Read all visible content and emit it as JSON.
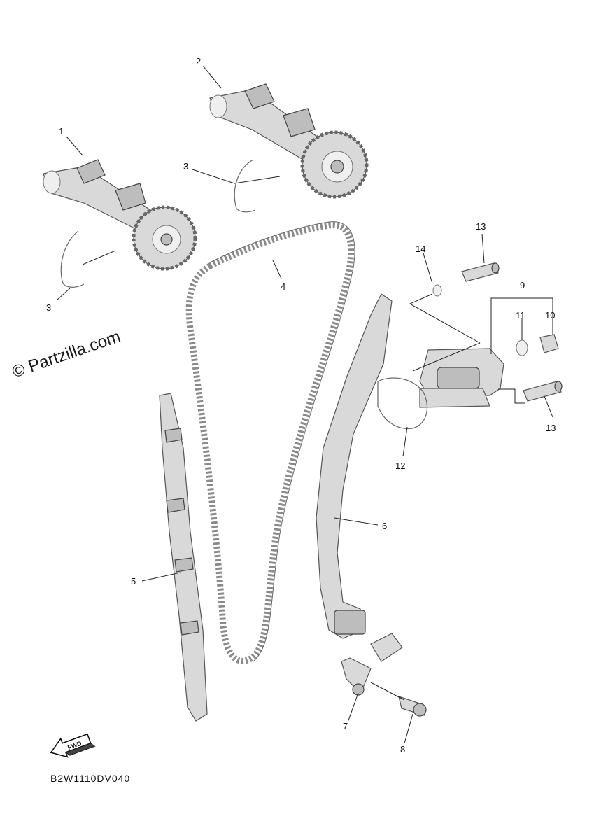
{
  "watermark": "© Partzilla.com",
  "diagram_code": "B2W1110DV040",
  "fwd_label": "FWD",
  "callouts": {
    "c1": "1",
    "c2": "2",
    "c3a": "3",
    "c3b": "3",
    "c4": "4",
    "c5": "5",
    "c6": "6",
    "c7": "7",
    "c8": "8",
    "c9": "9",
    "c10": "10",
    "c11": "11",
    "c12": "12",
    "c13a": "13",
    "c13b": "13",
    "c14": "14"
  },
  "icons": {
    "fwd_arrow": "fwd-arrow-icon"
  }
}
